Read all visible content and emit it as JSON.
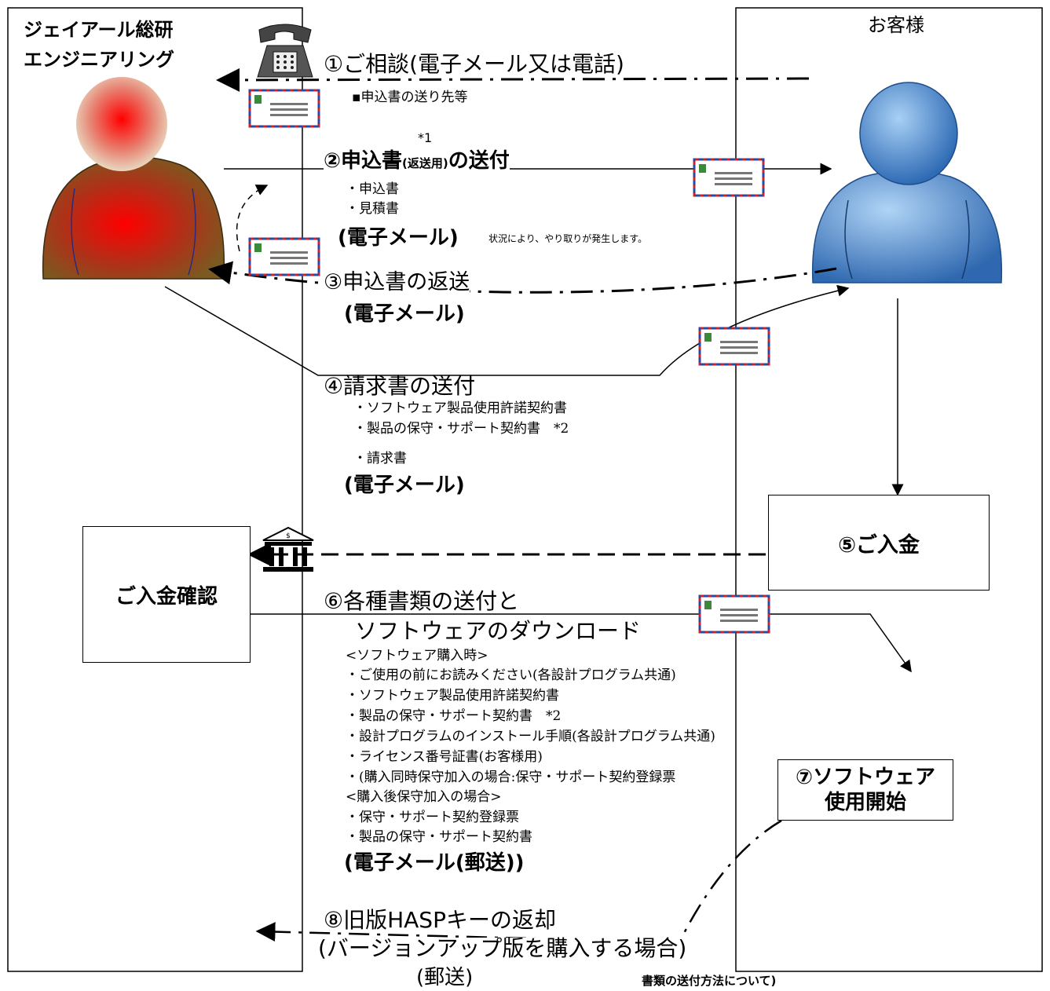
{
  "left_party": {
    "line1": "ジェイアール総研",
    "line2": "エンジニアリング"
  },
  "right_party": {
    "label": "お客様"
  },
  "steps": {
    "s1": {
      "label": "①ご相談(電子メール又は電話)",
      "note": "▪申込書の送り先等"
    },
    "s2": {
      "label_a": "②申込書",
      "label_small": "(返送用)",
      "label_b": "の送付",
      "footnote": "*1",
      "items": [
        "・申込書",
        "・見積書"
      ],
      "method": "(電子メール)",
      "method_note": "状況により、やり取りが発生します。"
    },
    "s3": {
      "label": "③申込書の返送",
      "method": "(電子メール)"
    },
    "s4": {
      "label": "④請求書の送付",
      "items": [
        "・ソフトウェア製品使用許諾契約書",
        "・製品の保守・サポート契約書　*2",
        "・請求書"
      ],
      "method": "(電子メール)"
    },
    "s5": {
      "label": "⑤ご入金"
    },
    "s5_confirm": {
      "label": "ご入金確認"
    },
    "s6": {
      "label_line1": "⑥各種書類の送付と",
      "label_line2": "ソフトウェアのダウンロード",
      "items": [
        "<ソフトウェア購入時>",
        "・ご使用の前にお読みください(各設計プログラム共通)",
        "・ソフトウェア製品使用許諾契約書",
        "・製品の保守・サポート契約書　*2",
        "・設計プログラムのインストール手順(各設計プログラム共通)",
        "・ライセンス番号証書(お客様用)",
        "・(購入同時保守加入の場合:保守・サポート契約登録票",
        "<購入後保守加入の場合>",
        "・保守・サポート契約登録票",
        "・製品の保守・サポート契約書"
      ],
      "method": "(電子メール(郵送))"
    },
    "s7": {
      "line1": "⑦ソフトウェア",
      "line2": "使用開始"
    },
    "s8": {
      "label": "⑧旧版HASPキーの返却",
      "sub": "(バージョンアップ版を購入する場合)",
      "method": "(郵送)"
    }
  },
  "footer_note": "書類の送付方法について)",
  "colors": {
    "left_person": "#ff1a1a",
    "left_person_outer": "#7a5a2a",
    "right_person": "#4a86c8",
    "env_border_red": "#d0202a",
    "env_border_blue": "#2a4aa0"
  },
  "icons": [
    "telephone-icon",
    "envelope-icon",
    "bank-icon",
    "person-icon"
  ]
}
